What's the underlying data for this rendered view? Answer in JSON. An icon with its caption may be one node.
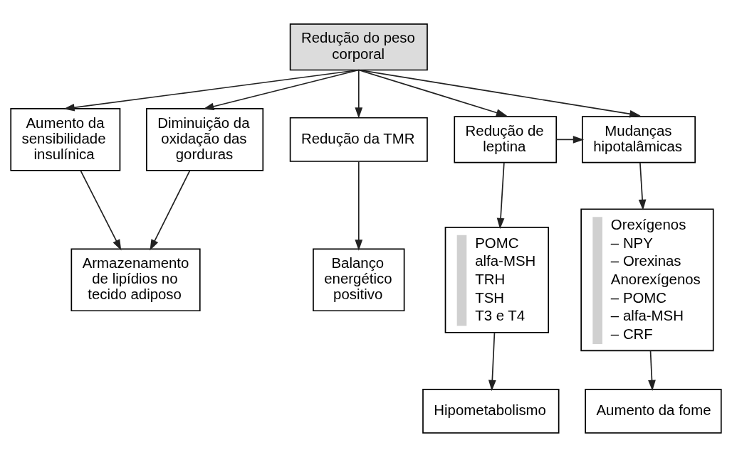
{
  "diagram": {
    "nodes": [
      {
        "text": [
          "Redução do peso corporal"
        ]
      },
      {
        "text": [
          "Aumento da sensibilidade insulínica"
        ]
      },
      {
        "text": [
          "Diminuição da oxidação das gorduras"
        ]
      },
      {
        "text": [
          "Redução da TMR"
        ]
      },
      {
        "text": [
          "Redução de leptina"
        ]
      },
      {
        "text": [
          "Mudanças hipotalâmicas"
        ]
      },
      {
        "text": [
          "Armazenamento de lipídios no tecido adiposo"
        ]
      },
      {
        "text": [
          "Balanço energético positivo"
        ]
      },
      {
        "text": [
          "POMC",
          "alfa-MSH",
          "TRH",
          "TSH",
          "T3 e T4"
        ]
      },
      {
        "text": [
          "Orexígenos",
          "– NPY",
          "– Orexinas",
          "Anorexígenos",
          "– POMC",
          "– alfa-MSH",
          "– CRF"
        ]
      },
      {
        "text": [
          "Hipometabolismo"
        ]
      },
      {
        "text": [
          "Aumento da fome"
        ]
      }
    ],
    "edges": [
      {
        "from": 0,
        "to": 1,
        "arrow": "to"
      },
      {
        "from": 0,
        "to": 2,
        "arrow": "to"
      },
      {
        "from": 0,
        "to": 3,
        "arrow": "to"
      },
      {
        "from": 0,
        "to": 4,
        "arrow": "to"
      },
      {
        "from": 0,
        "to": 5,
        "arrow": "to"
      },
      {
        "from": 1,
        "to": 6,
        "arrow": "to"
      },
      {
        "from": 2,
        "to": 6,
        "arrow": "to"
      },
      {
        "from": 3,
        "to": 7,
        "arrow": "to"
      },
      {
        "from": 4,
        "to": 8,
        "arrow": "to"
      },
      {
        "from": 4,
        "to": 5,
        "arrow": "to"
      },
      {
        "from": 5,
        "to": 9,
        "arrow": "to"
      },
      {
        "from": 8,
        "to": 10,
        "arrow": "to"
      },
      {
        "from": 9,
        "to": 11,
        "arrow": "to"
      }
    ]
  }
}
